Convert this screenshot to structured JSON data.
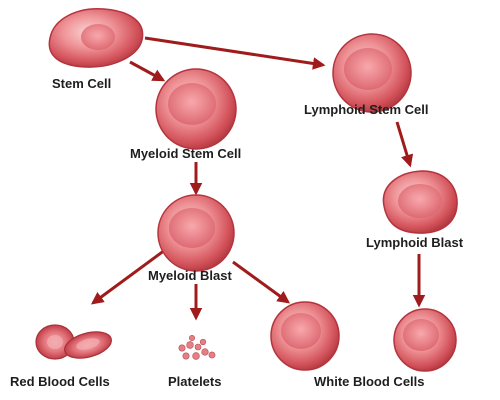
{
  "colors": {
    "arrow": "#a01c1c",
    "cell_light": "#f7b5b7",
    "cell_mid": "#e06d73",
    "cell_dark": "#b53a42",
    "text": "#1e1e1e"
  },
  "labels": {
    "stem_cell": "Stem Cell",
    "myeloid_stem_cell": "Myeloid Stem Cell",
    "lymphoid_stem_cell": "Lymphoid Stem Cell",
    "myeloid_blast": "Myeloid Blast",
    "lymphoid_blast": "Lymphoid Blast",
    "red_blood_cells": "Red Blood Cells",
    "platelets": "Platelets",
    "white_blood_cells": "White Blood Cells"
  }
}
